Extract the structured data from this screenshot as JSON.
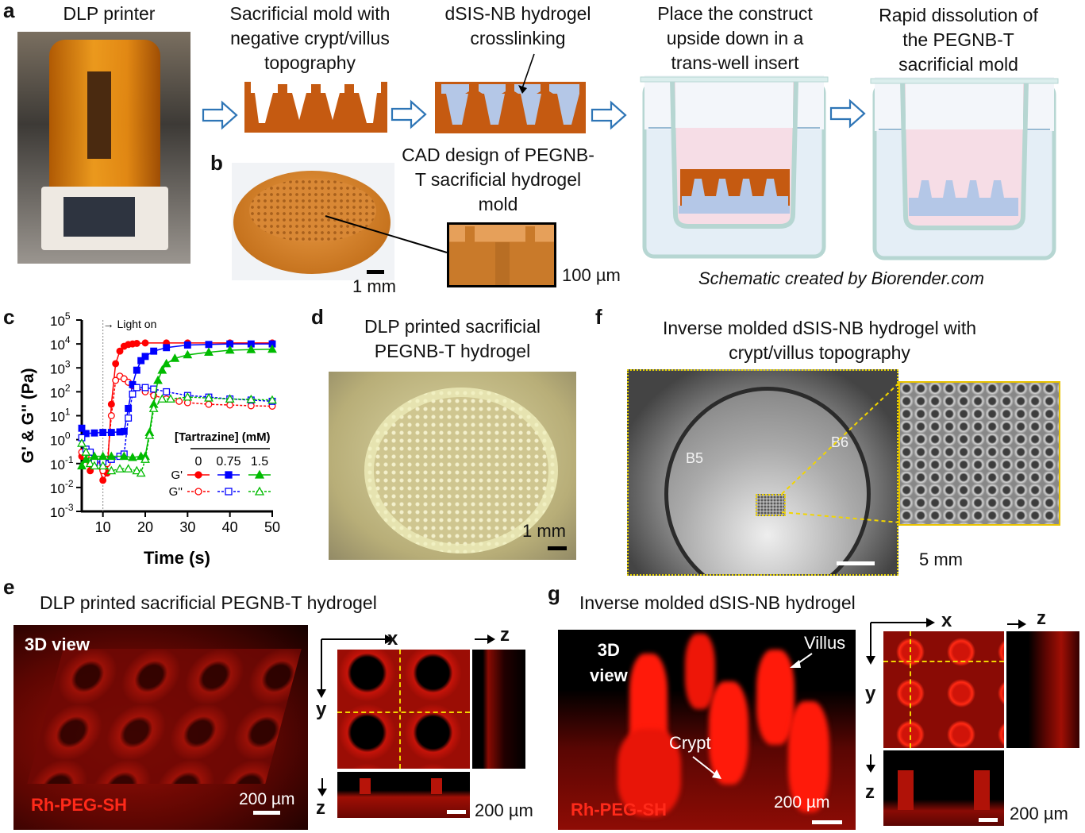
{
  "panels": {
    "a": {
      "label": "a",
      "printer_title": "DLP printer",
      "step1": "Sacrificial mold with negative crypt/villus topography",
      "step2": "dSIS-NB hydrogel crosslinking",
      "step3": "Place the construct upside down in a trans-well insert",
      "step4": "Rapid dissolution of the PEGNB-T sacrificial mold",
      "credit": "Schematic created by Biorender.com",
      "colors": {
        "mold": "#c55a11",
        "hydrogel": "#b4c7e7",
        "arrow": "#2e75b6",
        "media": "#f6dde6",
        "well": "#dbeeed"
      }
    },
    "b": {
      "label": "b",
      "title": "CAD design of PEGNB-T sacrificial hydrogel mold",
      "scale_main": "1 mm",
      "scale_inset": "100 µm"
    },
    "c": {
      "label": "c"
    },
    "d": {
      "label": "d",
      "title": "DLP printed sacrificial PEGNB-T hydrogel",
      "scale": "1 mm"
    },
    "f": {
      "label": "f",
      "title": "Inverse molded dSIS-NB hydrogel with crypt/villus topography",
      "well_labels": [
        "B5",
        "B6"
      ],
      "scale": "5 mm"
    },
    "e": {
      "label": "e",
      "title": "DLP printed sacrificial PEGNB-T hydrogel",
      "view_label": "3D view",
      "stain": "Rh-PEG-SH",
      "scale_3d": "200 µm",
      "scale_ortho": "200 µm",
      "axes": {
        "x": "x",
        "y": "y",
        "z_right": "z",
        "z_bottom": "z"
      }
    },
    "g": {
      "label": "g",
      "title": "Inverse molded dSIS-NB hydrogel",
      "view_label_1": "3D",
      "view_label_2": "view",
      "villus": "Villus",
      "crypt": "Crypt",
      "stain": "Rh-PEG-SH",
      "scale_3d": "200 µm",
      "scale_ortho": "200 µm",
      "axes": {
        "x": "x",
        "y": "y",
        "z_right": "z",
        "z_bottom": "z"
      }
    }
  },
  "chart_data": {
    "type": "line",
    "xlabel": "Time (s)",
    "ylabel": "G' & G'' (Pa)",
    "yscale": "log",
    "xlim": [
      5,
      50
    ],
    "ylim": [
      0.001,
      100000
    ],
    "xticks": [
      10,
      20,
      30,
      40,
      50
    ],
    "yticks_exponents": [
      5,
      4,
      3,
      2,
      1,
      0,
      -1,
      -2,
      -3
    ],
    "annotation": "Light on",
    "annotation_x": 10,
    "legend_title": "[Tartrazine] (mM)",
    "legend_columns": [
      "0",
      "0.75",
      "1.5"
    ],
    "legend_rows": [
      "G'",
      "G''"
    ],
    "legend_position": "bottom-right",
    "series": [
      {
        "name": "G' 0 mM",
        "color": "#ff0000",
        "marker": "circle",
        "filled": true,
        "x": [
          5,
          6,
          7,
          8,
          9,
          10,
          11,
          12,
          13,
          14,
          15,
          16,
          17,
          18,
          20,
          25,
          30,
          40,
          50
        ],
        "y": [
          0.2,
          0.3,
          0.05,
          0.15,
          0.08,
          0.02,
          0.04,
          30,
          1500,
          5000,
          8000,
          9500,
          10000,
          10500,
          11000,
          11000,
          11000,
          11000,
          11000
        ]
      },
      {
        "name": "G'' 0 mM",
        "color": "#ff0000",
        "marker": "circle",
        "filled": false,
        "x": [
          5,
          6,
          7,
          8,
          9,
          10,
          11,
          12,
          13,
          14,
          15,
          16,
          17,
          18,
          20,
          22,
          25,
          28,
          30,
          35,
          40,
          45,
          50
        ],
        "y": [
          0.3,
          0.2,
          0.1,
          0.1,
          0.08,
          0.05,
          0.1,
          10,
          300,
          450,
          350,
          250,
          180,
          150,
          100,
          70,
          50,
          40,
          35,
          30,
          28,
          26,
          25
        ]
      },
      {
        "name": "G' 0.75 mM",
        "color": "#0000ff",
        "marker": "square",
        "filled": true,
        "x": [
          5,
          6,
          8,
          10,
          12,
          14,
          15,
          16,
          17,
          18,
          19,
          20,
          22,
          25,
          30,
          35,
          40,
          45,
          50
        ],
        "y": [
          3,
          1.8,
          1.9,
          2,
          2,
          2.1,
          2.2,
          20,
          200,
          800,
          2000,
          3000,
          5000,
          7000,
          9000,
          9500,
          10000,
          10000,
          10000
        ]
      },
      {
        "name": "G'' 0.75 mM",
        "color": "#0000ff",
        "marker": "square",
        "filled": false,
        "x": [
          5,
          6,
          7,
          8,
          10,
          12,
          14,
          15,
          16,
          17,
          18,
          20,
          22,
          25,
          30,
          35,
          40,
          45,
          50
        ],
        "y": [
          1.2,
          0.4,
          0.3,
          0.12,
          0.12,
          0.15,
          0.2,
          0.25,
          8,
          80,
          150,
          150,
          130,
          100,
          70,
          60,
          50,
          45,
          40
        ]
      },
      {
        "name": "G' 1.5 mM",
        "color": "#00bb00",
        "marker": "triangle",
        "filled": true,
        "x": [
          5,
          6,
          8,
          10,
          12,
          15,
          17,
          19,
          20,
          21,
          22,
          23,
          24,
          25,
          27,
          30,
          35,
          40,
          45,
          50
        ],
        "y": [
          0.08,
          0.15,
          0.2,
          0.2,
          0.2,
          0.2,
          0.18,
          0.2,
          0.2,
          2,
          30,
          300,
          800,
          1500,
          2500,
          3500,
          4500,
          5500,
          5800,
          6000
        ]
      },
      {
        "name": "G'' 1.5 mM",
        "color": "#00bb00",
        "marker": "triangle",
        "filled": false,
        "x": [
          5,
          6,
          7,
          8,
          10,
          12,
          14,
          16,
          18,
          19,
          20,
          21,
          22,
          24,
          26,
          30,
          35,
          40,
          45,
          50
        ],
        "y": [
          0.7,
          0.3,
          0.1,
          0.08,
          0.08,
          0.05,
          0.06,
          0.06,
          0.05,
          0.04,
          0.15,
          1.5,
          20,
          50,
          50,
          60,
          55,
          50,
          48,
          45
        ]
      }
    ]
  }
}
